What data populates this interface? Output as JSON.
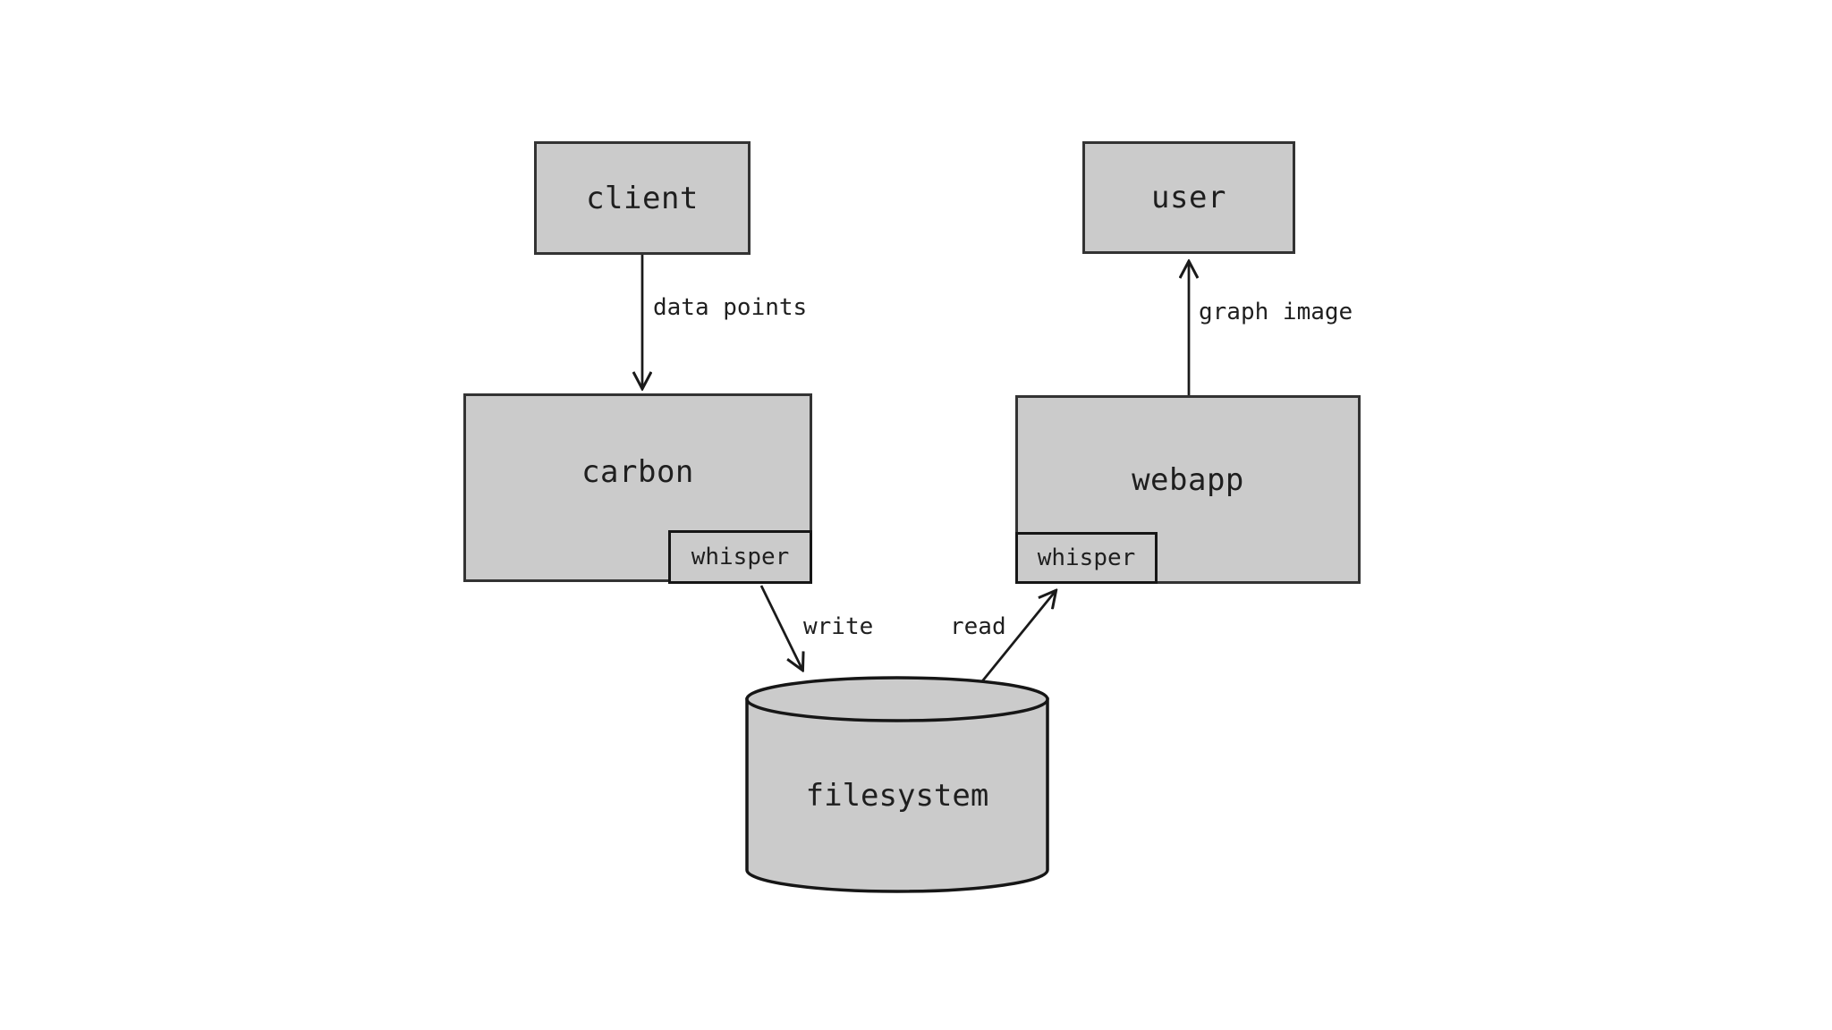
{
  "diagram": {
    "type": "architecture-diagram",
    "nodes": {
      "client": {
        "label": "client"
      },
      "user": {
        "label": "user"
      },
      "carbon": {
        "label": "carbon"
      },
      "carbon_whisper": {
        "label": "whisper"
      },
      "webapp": {
        "label": "webapp"
      },
      "webapp_whisper": {
        "label": "whisper"
      },
      "filesystem": {
        "label": "filesystem"
      }
    },
    "edges": {
      "data_points": {
        "label": "data points",
        "from": "client",
        "to": "carbon"
      },
      "graph_image": {
        "label": "graph image",
        "from": "webapp",
        "to": "user"
      },
      "write": {
        "label": "write",
        "from": "carbon_whisper",
        "to": "filesystem"
      },
      "read": {
        "label": "read",
        "from": "filesystem",
        "to": "webapp_whisper"
      }
    },
    "colors": {
      "background": "#ffffff",
      "node_fill": "#cbcbcb",
      "node_border": "#333333",
      "inner_border": "#161616",
      "text": "#1f1f1f",
      "edge": "#1a1a1a"
    }
  }
}
